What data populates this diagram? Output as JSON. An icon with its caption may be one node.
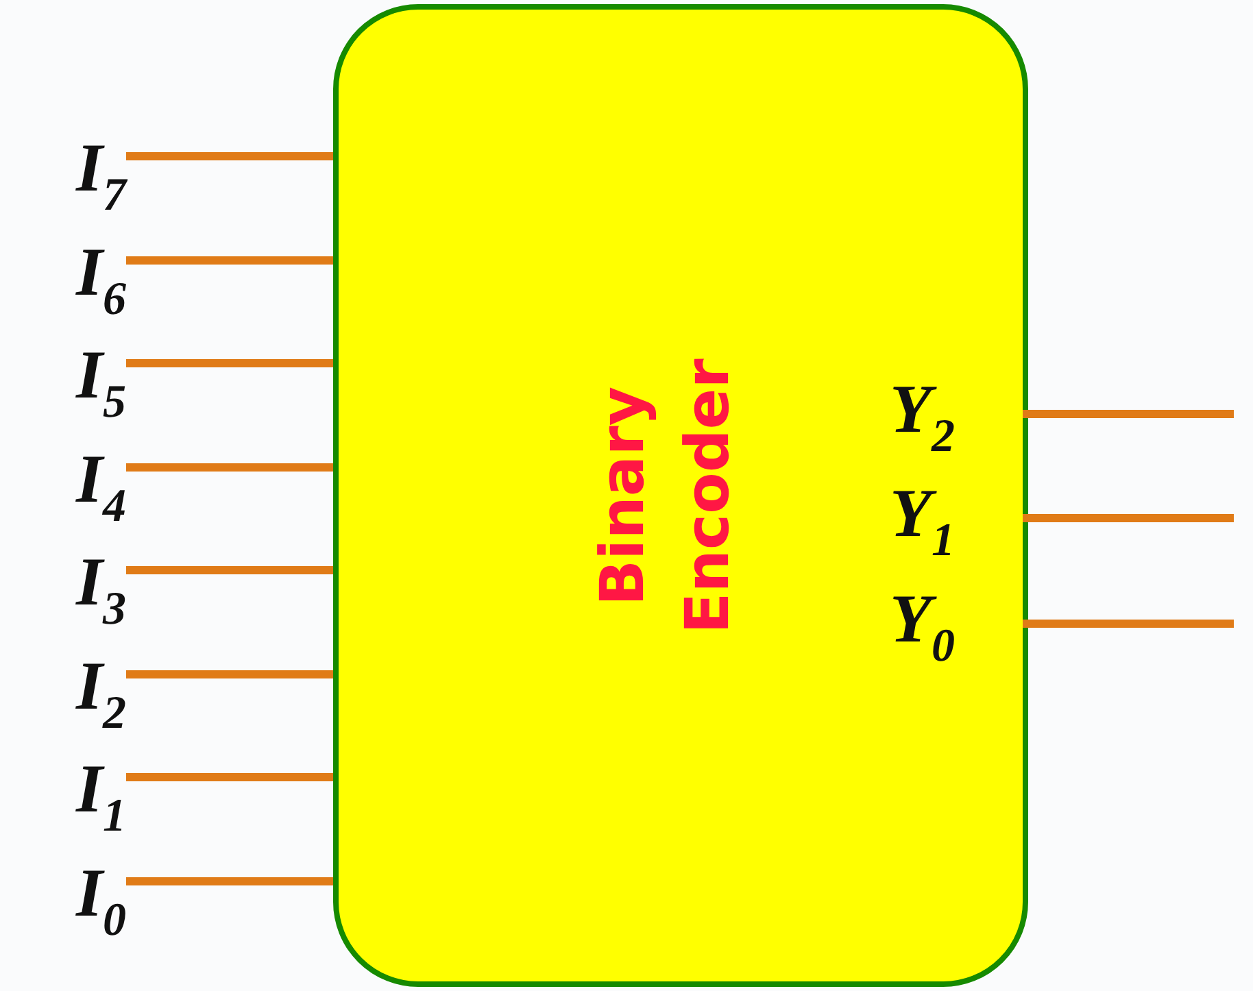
{
  "diagram": {
    "nodes": [
      {
        "text": [
          "Binary Encoder"
        ]
      },
      {
        "text": [
          "I$_{7}$"
        ]
      },
      {
        "text": [
          "I$_{6}$"
        ]
      },
      {
        "text": [
          "I$_{5}$"
        ]
      },
      {
        "text": [
          "I$_{4}$"
        ]
      },
      {
        "text": [
          "I$_{3}$"
        ]
      },
      {
        "text": [
          "I$_{2}$"
        ]
      },
      {
        "text": [
          "I$_{1}$"
        ]
      },
      {
        "text": [
          "I$_{0}$"
        ]
      },
      {
        "text": [
          "Y$_{2}$"
        ],
        "in": 0
      },
      {
        "text": [
          "Y$_{1}$"
        ],
        "in": 0
      },
      {
        "text": [
          "Y$_{0}$"
        ],
        "in": 0
      }
    ],
    "edges": [
      {
        "from": 1,
        "to": 0,
        "arrow": "none"
      },
      {
        "from": 2,
        "to": 0,
        "arrow": "none"
      },
      {
        "from": 3,
        "to": 0,
        "arrow": "none"
      },
      {
        "from": 4,
        "to": 0,
        "arrow": "none"
      },
      {
        "from": 5,
        "to": 0,
        "arrow": "none"
      },
      {
        "from": 6,
        "to": 0,
        "arrow": "none"
      },
      {
        "from": 7,
        "to": 0,
        "arrow": "none"
      },
      {
        "from": 8,
        "to": 0,
        "arrow": "none"
      },
      {
        "from": 9,
        "to": null,
        "arrow": "none"
      },
      {
        "from": 10,
        "to": null,
        "arrow": "none"
      },
      {
        "from": 11,
        "to": null,
        "arrow": "none"
      }
    ]
  }
}
